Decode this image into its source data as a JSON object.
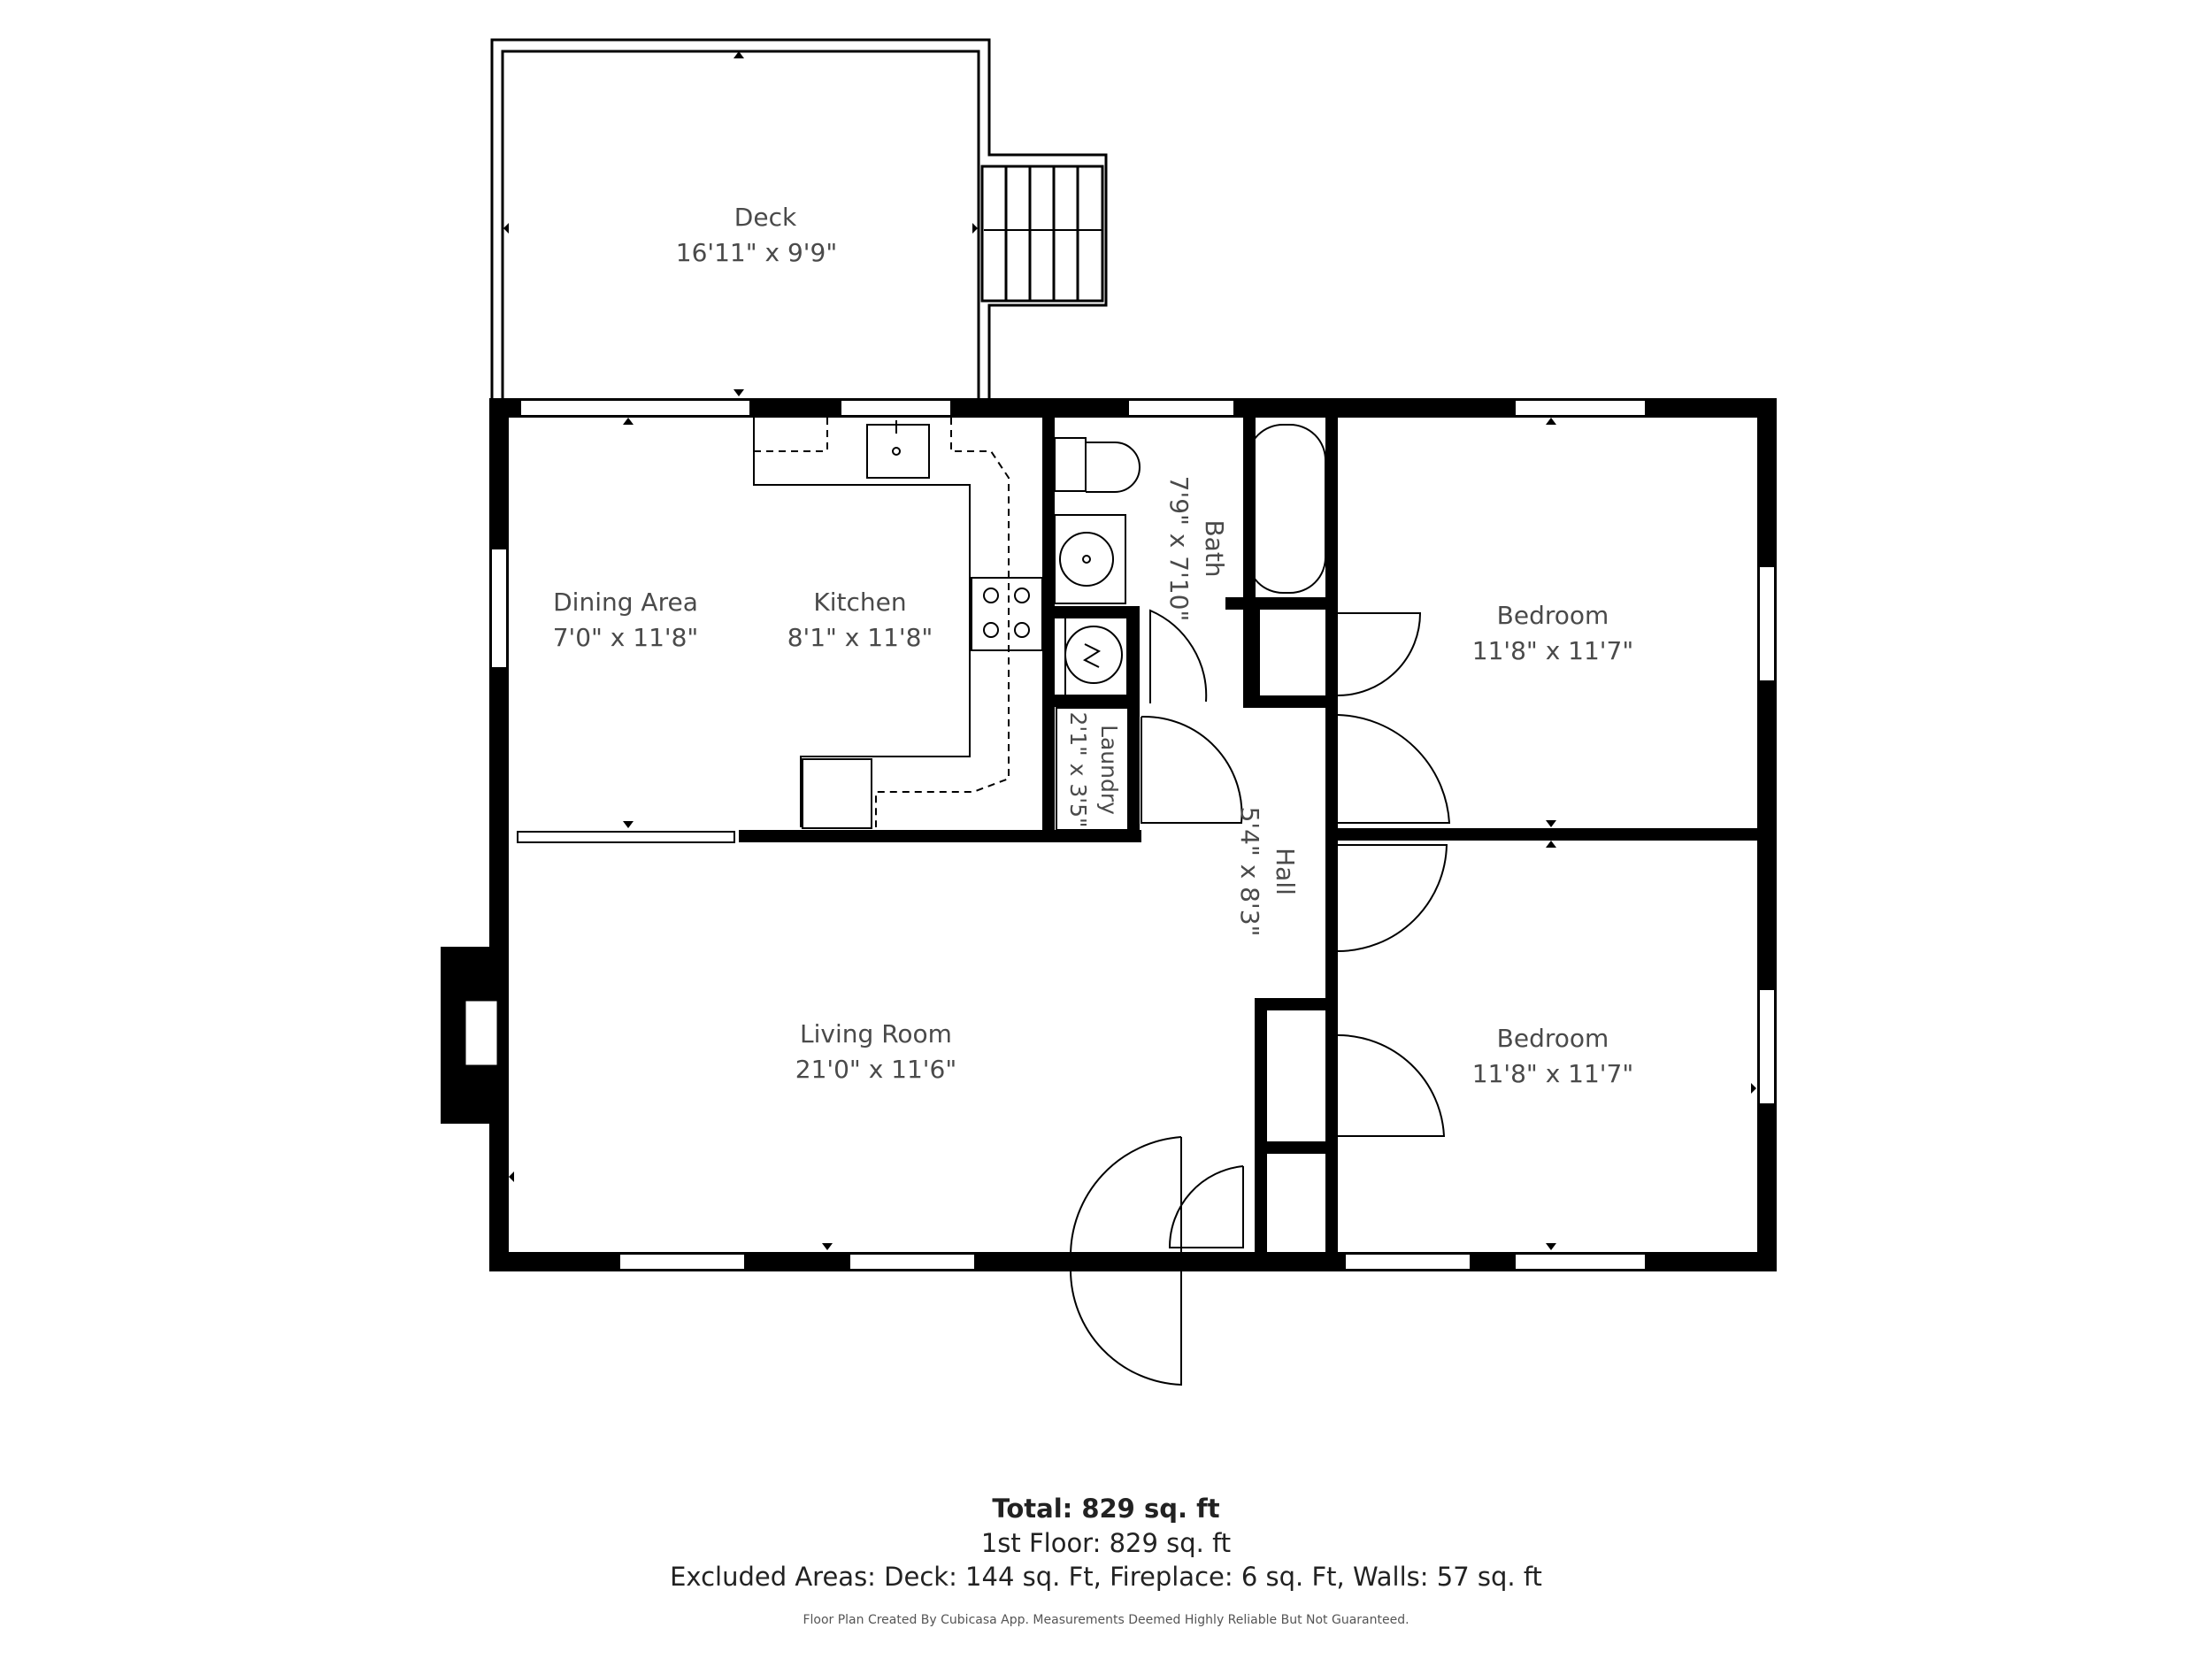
{
  "rooms": {
    "deck": {
      "name": "Deck",
      "dims": "16'11\" x 9'9\""
    },
    "dining": {
      "name": "Dining Area",
      "dims": "7'0\" x 11'8\""
    },
    "kitchen": {
      "name": "Kitchen",
      "dims": "8'1\" x 11'8\""
    },
    "bath": {
      "name": "Bath",
      "dims": "7'9\" x 7'10\""
    },
    "laundry": {
      "name": "Laundry",
      "dims": "2'1\" x 3'5\""
    },
    "hall": {
      "name": "Hall",
      "dims": "5'4\" x 8'3\""
    },
    "bedroom1": {
      "name": "Bedroom",
      "dims": "11'8\" x 11'7\""
    },
    "bedroom2": {
      "name": "Bedroom",
      "dims": "11'8\" x 11'7\""
    },
    "living": {
      "name": "Living Room",
      "dims": "21'0\" x 11'6\""
    }
  },
  "summary": {
    "total": "Total: 829 sq. ft",
    "floor1": "1st Floor: 829 sq. ft",
    "excluded": "Excluded Areas: Deck: 144 sq. Ft, Fireplace: 6 sq. Ft, Walls: 57 sq. ft"
  },
  "disclaimer": "Floor Plan Created By Cubicasa App. Measurements Deemed Highly Reliable But Not Guaranteed.",
  "colors": {
    "wall": "#000000",
    "text": "#4a4a4a",
    "background": "#ffffff"
  }
}
